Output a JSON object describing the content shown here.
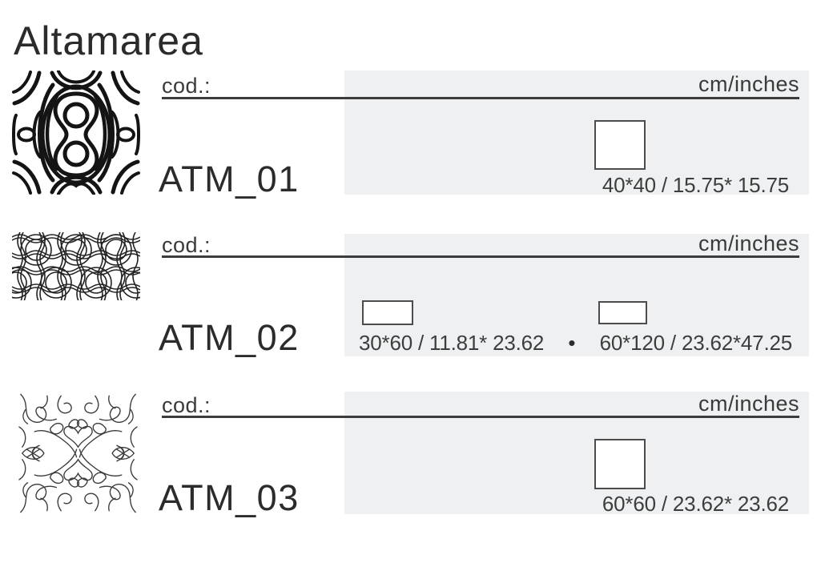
{
  "page": {
    "title": "Altamarea",
    "code_label": "cod.:",
    "units_label": "cm/inches"
  },
  "products": [
    {
      "code": "ATM_01",
      "pattern_icon": "moire-medallion-pattern",
      "sizes": [
        {
          "shape": "square",
          "label": "40*40 / 15.75* 15.75"
        }
      ]
    },
    {
      "code": "ATM_02",
      "pattern_icon": "wavy-net-pattern",
      "separator": "•",
      "sizes": [
        {
          "shape": "landscape-rect",
          "label": "30*60 / 11.81* 23.62"
        },
        {
          "shape": "landscape-rect",
          "label": "60*120 / 23.62*47.25"
        }
      ]
    },
    {
      "code": "ATM_03",
      "pattern_icon": "swirl-flourish-pattern",
      "sizes": [
        {
          "shape": "square",
          "label": "60*60 / 23.62* 23.62"
        }
      ]
    }
  ],
  "colors": {
    "panel_bg": "#eef0f1",
    "text": "#2d2d2d",
    "rule": "#3c3c3c",
    "tile_border": "#4c4c4c",
    "tile_fill": "#ffffff"
  }
}
